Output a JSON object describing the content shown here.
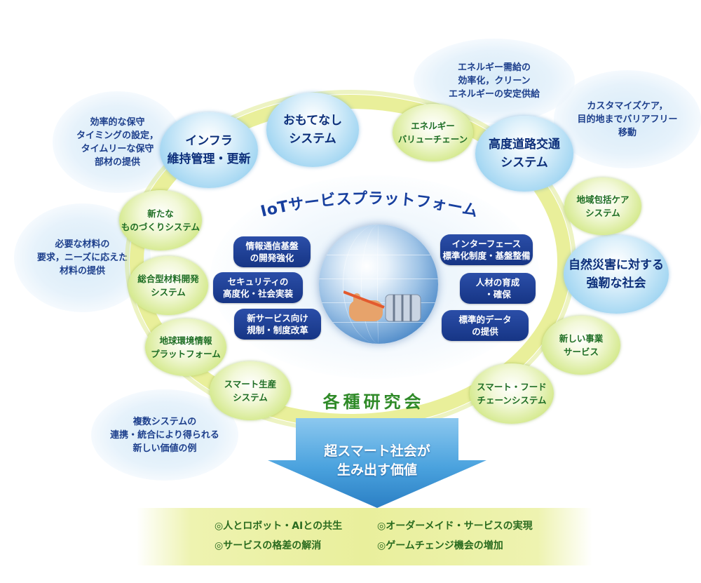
{
  "callouts": {
    "energy": "エネルギー需給の\n効率化，クリーン\nエネルギーの安定供給",
    "custom_care": "カスタマイズケア，\n目的地までバリアフリー\n移動",
    "maintenance": "効率的な保守\nタイミングの設定，\nタイムリーな保守\n部材の提供",
    "materials": "必要な材料の\n要求，ニーズに応えた\n材料の提供",
    "examples": "複数システムの\n連携・統合により得られる\n新しい価値の例"
  },
  "blue_bubbles": {
    "omotenashi": "おもてなし\nシステム",
    "infra": "インフラ\n維持管理・更新",
    "road": "高度道路交通\nシステム",
    "disaster": "自然災害に対する\n強靭な社会"
  },
  "green_bubbles": {
    "energy_chain": "エネルギー\nバリューチェーン",
    "community_care": "地域包括ケア\nシステム",
    "monozukuri": "新たな\nものづくりシステム",
    "materials_dev": "総合型材料開発\nシステム",
    "earth_env": "地球環境情報\nプラットフォーム",
    "smart_prod": "スマート生産\nシステム",
    "new_business": "新しい事業\nサービス",
    "food_chain": "スマート・フード\nチェーンシステム"
  },
  "platform": {
    "title": "IoTサービスプラットフォーム",
    "items": {
      "ict": "情報通信基盤\nの開発強化",
      "security": "セキュリティの\n高度化・社会実装",
      "regulation": "新サービス向け\n規制・制度改革",
      "interface": "インターフェース\n標準化制度・基盤整備",
      "talent": "人材の育成\n・確保",
      "data": "標準的データ\nの提供"
    }
  },
  "research": "各種研究会",
  "arrow_label": "超スマート社会が\n生み出す価値",
  "results": [
    "◎人とロボット・AIとの共生",
    "◎オーダーメイド・サービスの実現",
    "◎サービスの格差の解消",
    "◎ゲームチェンジ機会の増加"
  ]
}
